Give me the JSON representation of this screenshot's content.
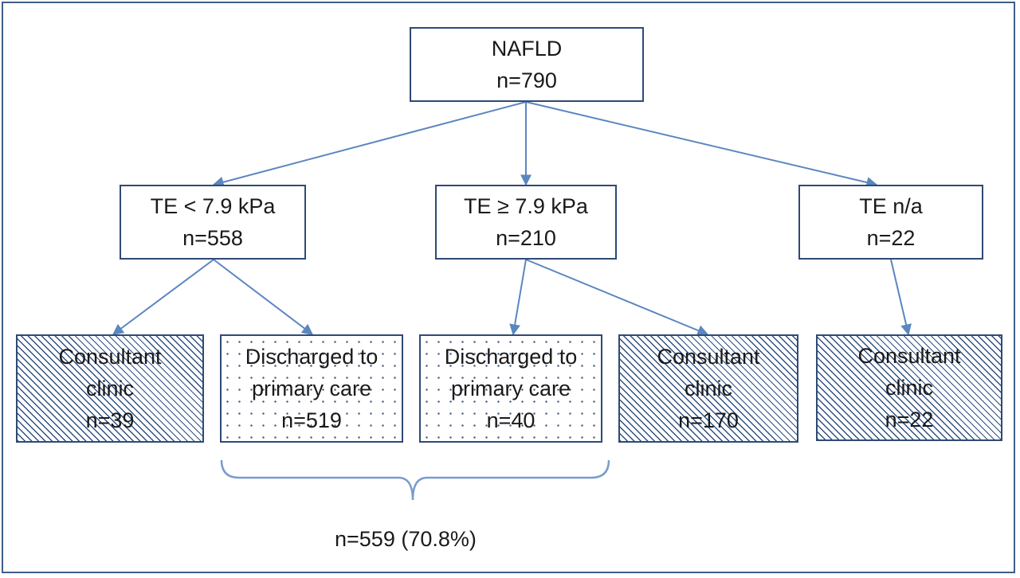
{
  "root": {
    "title": "NAFLD",
    "count": "n=790"
  },
  "level1": [
    {
      "title": "TE < 7.9 kPa",
      "count": "n=558"
    },
    {
      "title": "TE ≥ 7.9 kPa",
      "count": "n=210"
    },
    {
      "title": "TE n/a",
      "count": "n=22"
    }
  ],
  "level2": [
    {
      "lines": [
        "Consultant",
        "clinic"
      ],
      "count": "n=39",
      "fill": "hatched"
    },
    {
      "lines": [
        "Discharged to",
        "primary care"
      ],
      "count": "n=519",
      "fill": "dotted"
    },
    {
      "lines": [
        "Discharged to",
        "primary care"
      ],
      "count": "n=40",
      "fill": "dotted"
    },
    {
      "lines": [
        "Consultant",
        "clinic"
      ],
      "count": "n=170",
      "fill": "hatched"
    },
    {
      "lines": [
        "Consultant",
        "clinic"
      ],
      "count": "n=22",
      "fill": "hatched"
    }
  ],
  "summary": "n=559 (70.8%)",
  "colors": {
    "border": "#2e4a75",
    "arrow": "#5b86bf",
    "bracket": "#7a9ccc"
  }
}
